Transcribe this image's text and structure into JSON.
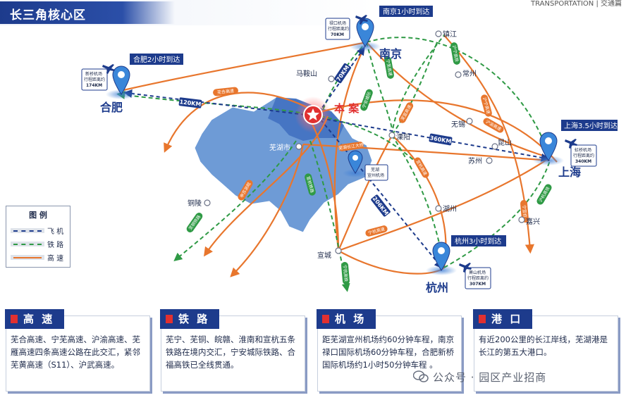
{
  "header": {
    "title": "长三角核心区",
    "corner_text": "TRANSPORTATION | 交通篇"
  },
  "map": {
    "regions": [
      "芜湖市"
    ],
    "project_label": "本 案",
    "cities": {
      "nanjing": "南京",
      "hefei": "合肥",
      "shanghai": "上海",
      "hangzhou": "杭州",
      "maanshan": "马鞍山",
      "zhenjiang": "镇江",
      "changzhou": "常州",
      "wuxi": "无锡",
      "kunshan": "昆山",
      "suzhou": "苏州",
      "liyang": "溧阳",
      "huzhou": "湖州",
      "jiaxing": "嘉兴",
      "xuancheng": "宣城",
      "tongling": "铜陵",
      "wuhu_city": "芜湖市"
    },
    "callouts": {
      "nanjing": "南京1小时到达",
      "hefei": "合肥2小时到达",
      "shanghai": "上海3.5小时到达",
      "hangzhou": "杭州3小时到达"
    },
    "airports": {
      "nanjing": {
        "l1": "禄口机场",
        "l2": "行程距离约",
        "l3": "70KM"
      },
      "hefei": {
        "l1": "新桥机场",
        "l2": "行程距离约",
        "l3": "174KM"
      },
      "shanghai": {
        "l1": "虹桥机场",
        "l2": "行程距离约",
        "l3": "340KM"
      },
      "hangzhou": {
        "l1": "萧山机场",
        "l2": "行程距离约",
        "l3": "307KM"
      },
      "wuhu": {
        "l1": "芜湖",
        "l2": "宣州机场"
      }
    },
    "distances": {
      "nanjing": "70KM",
      "hefei": "120KM",
      "shanghai": "360KM",
      "hangzhou": "206KM"
    },
    "route_labels": {
      "r1": "芜合高速",
      "r2": "宁芜高速",
      "r3": "宁安城际",
      "r4": "芜宣高速",
      "r5": "宣杭高速",
      "r6": "沪宁高铁",
      "r7": "沪渝高速",
      "r8": "宁杭高铁",
      "r9": "芜铜铁路",
      "r10": "宁杭高速",
      "r11": "沪杭高铁",
      "r12": "申苏浙皖",
      "r13": "宣杭铁路",
      "r14": "沪宁高速",
      "r15": "宁宣杭",
      "r16": "芜湖长江大桥"
    },
    "colors": {
      "air": "#1d3b8c",
      "rail": "#2f9a45",
      "road": "#e8762d",
      "land": "#6e9bd6",
      "land_core": "#3f6fbf",
      "marker": "#e13030"
    }
  },
  "legend": {
    "title": "图 例",
    "items": [
      {
        "label": "飞 机",
        "type": "air"
      },
      {
        "label": "铁 路",
        "type": "rail"
      },
      {
        "label": "高 速",
        "type": "road"
      }
    ]
  },
  "cards": [
    {
      "title": "高 速",
      "body": "芜合高速、宁芜高速、沪渝高速、芜雁高速四条高速公路在此交汇，紧邻芜黄高速（S11）、沪武高速。"
    },
    {
      "title": "铁 路",
      "body": "芜宁、芜铜、皖赣、淮南和宣杭五条铁路在境内交汇，宁安城际铁路、合福高铁已全线贯通。"
    },
    {
      "title": "机 场",
      "body": "距芜湖宣州机场约60分钟车程，南京禄口国际机场60分钟车程，合肥新桥国际机场约1小时50分钟车程 。"
    },
    {
      "title": "港 口",
      "body": "有近200公里的长江岸线，芜湖港是长江的第五大港口。"
    }
  ],
  "watermark": {
    "text": "公众号 · 园区产业招商"
  }
}
